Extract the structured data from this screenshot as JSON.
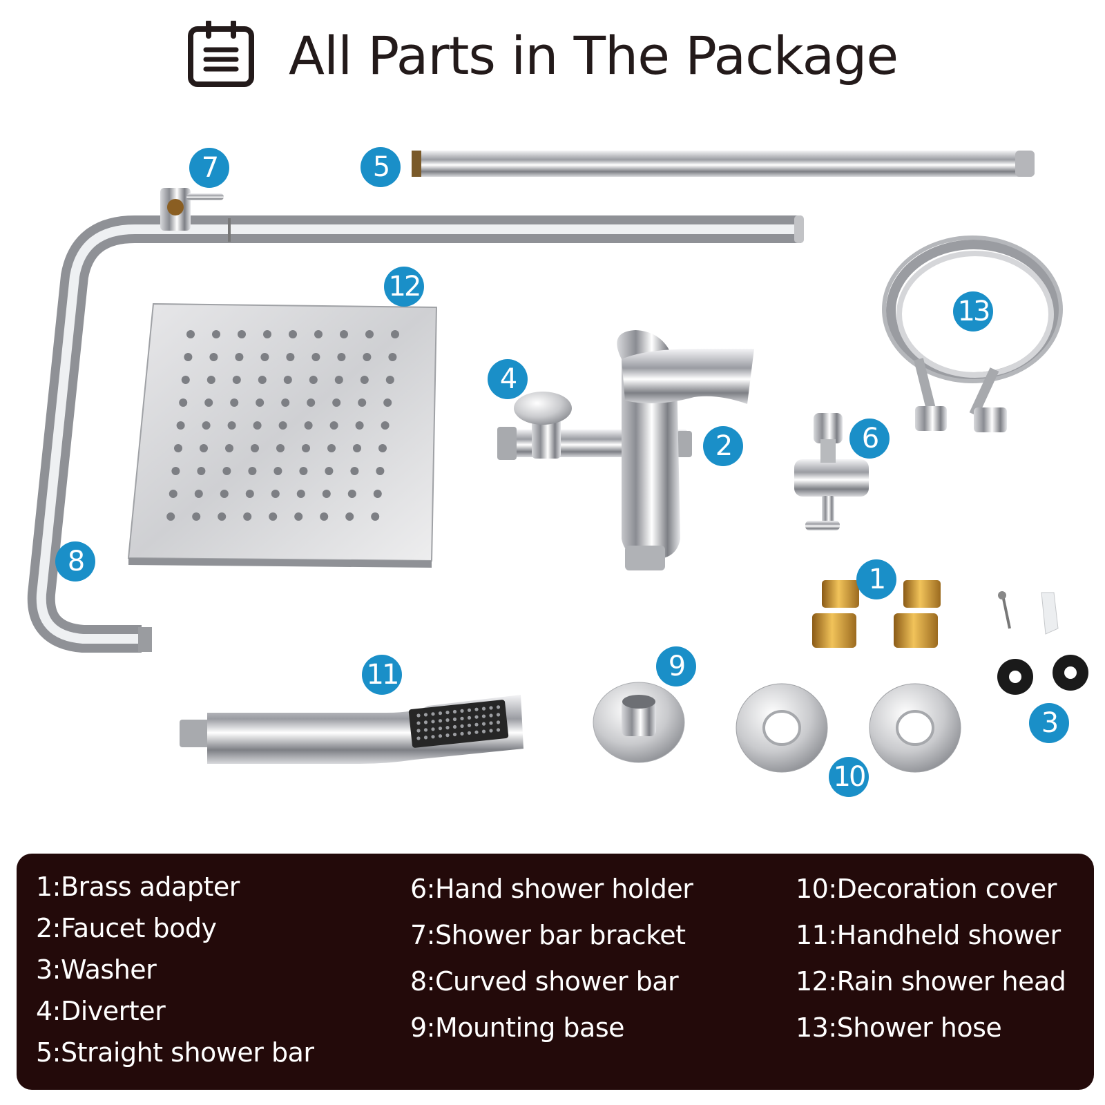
{
  "header": {
    "title": "All Parts in The Package",
    "icon": "clipboard-list-icon"
  },
  "badges": [
    {
      "number": "1"
    },
    {
      "number": "2"
    },
    {
      "number": "3"
    },
    {
      "number": "4"
    },
    {
      "number": "5"
    },
    {
      "number": "6"
    },
    {
      "number": "7"
    },
    {
      "number": "8"
    },
    {
      "number": "9"
    },
    {
      "number": "10"
    },
    {
      "number": "11"
    },
    {
      "number": "12"
    },
    {
      "number": "13"
    }
  ],
  "legend": {
    "column1": [
      "1:Brass adapter",
      "2:Faucet body",
      "3:Washer",
      "4:Diverter",
      "5:Straight shower bar"
    ],
    "column2": [
      "6:Hand shower holder",
      "7:Shower bar bracket",
      "8:Curved shower bar",
      "9:Mounting base"
    ],
    "column3": [
      "10:Decoration cover",
      "11:Handheld shower",
      "12:Rain shower head",
      "13:Shower hose"
    ]
  },
  "colors": {
    "badge": "#1a8fc8",
    "legend_background": "#230a0a",
    "title": "#231a1a"
  }
}
